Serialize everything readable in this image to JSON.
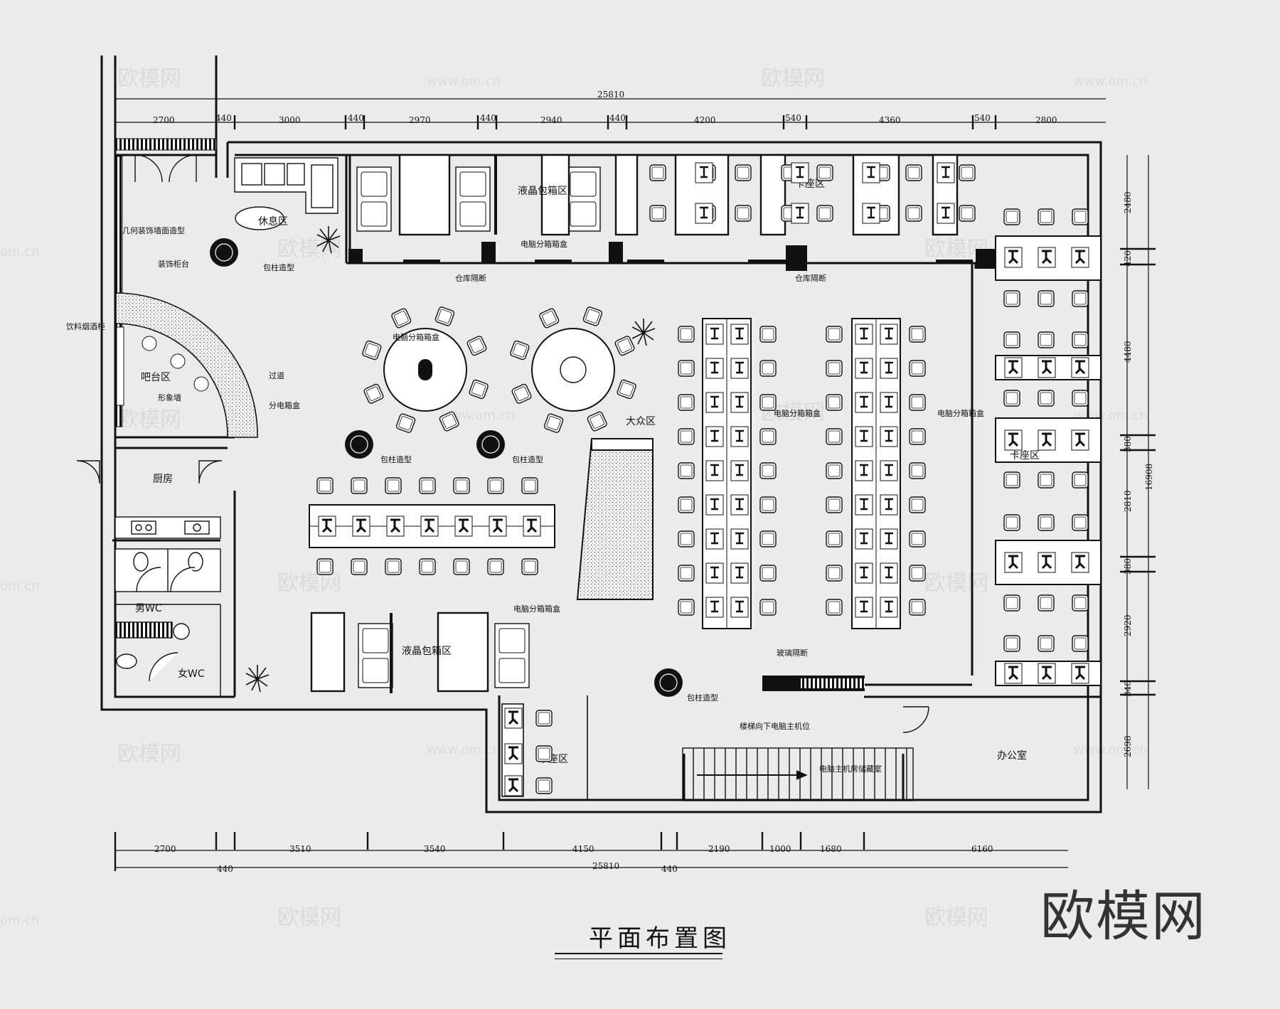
{
  "title": "平面布置图",
  "brand": "欧模网",
  "watermarks": {
    "brand_cn": "欧模网",
    "url": "www.om.cn",
    "url_short": "om.cn"
  },
  "rooms": {
    "rest": "休息区",
    "bar": "吧台区",
    "kitchen": "厨房",
    "mens_wc": "男WC",
    "womens_wc": "女WC",
    "mass_area": "大众区",
    "lcd_box_top": "液晶包箱区",
    "lcd_box_bottom": "液晶包箱区",
    "booth_top": "卡座区",
    "booth_right": "卡座区",
    "booth_bottom": "卡座区",
    "office": "办公室"
  },
  "annotations": {
    "geometric_wall": "几何装饰墙面造型",
    "deco_counter": "装饰柜台",
    "drinks_cabinet": "饮料烟酒柜",
    "aisle": "过道",
    "power_box": "分电箱盒",
    "tv_wall": "形象墙",
    "pillar": "包柱造型",
    "pc_box": "电脑分箱箱盒",
    "partition": "仓库隔断",
    "glass_partition": "玻璃隔断",
    "stair_label": "楼梯向下电脑主机位",
    "server_room": "电脑主机房储藏室"
  },
  "dimensions": {
    "top_total": "25810",
    "top_segments": [
      "2700",
      "440",
      "3000",
      "440",
      "2970",
      "440",
      "2940",
      "440",
      "4200",
      "540",
      "4360",
      "540",
      "2800"
    ],
    "bottom_segments": [
      "2700",
      "3510",
      "3540",
      "4150",
      "2190",
      "1000",
      "1680",
      "6160"
    ],
    "bottom_small": [
      "440",
      "440"
    ],
    "bottom_total": "25810",
    "right_segments": [
      "2480",
      "420",
      "4480",
      "380",
      "2810",
      "380",
      "2920",
      "340",
      "2698"
    ],
    "right_total": "16908"
  }
}
